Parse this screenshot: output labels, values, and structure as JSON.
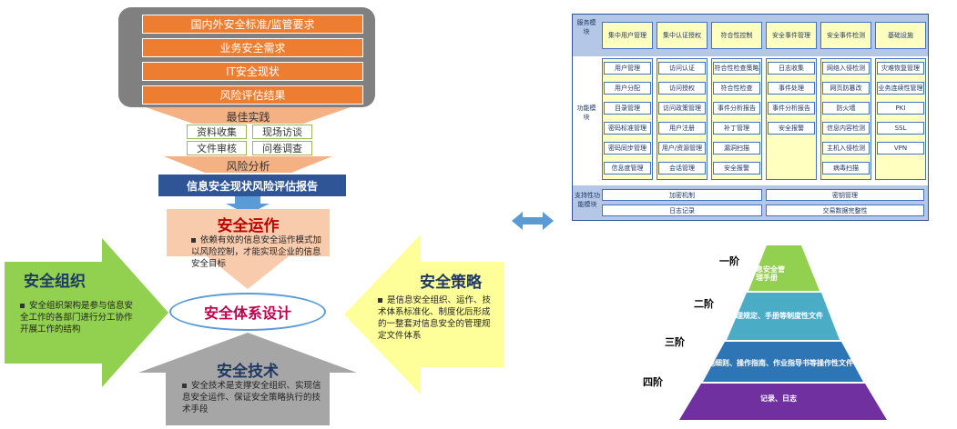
{
  "left": {
    "inputs": [
      "国内外安全标准/监管要求",
      "业务安全需求",
      "IT安全现状",
      "风险评估结果"
    ],
    "best_practice": "最佳实践",
    "methods": [
      "资料收集",
      "现场访谈",
      "文件审核",
      "问卷调查"
    ],
    "risk_analysis": "风险分析",
    "report": "信息安全现状风险评估报告",
    "operation": {
      "title": "安全运作",
      "text": "依赖有效的信息安全运作模式加以风险控制，才能实现企业的信息安全目标"
    },
    "organization": {
      "title": "安全组织",
      "text": "安全组织架构是参与信息安全工作的各部门进行分工协作开展工作的结构"
    },
    "strategy": {
      "title": "安全策略",
      "text": "是信息安全组织、运作、技术体系标准化、制度化后形成的一整套对信息安全的管理规定文件体系"
    },
    "technology": {
      "title": "安全技术",
      "text": "安全技术是支撑安全组织、实现信息安全运作、保证安全策略执行的技术手段"
    },
    "center": "安全体系设计"
  },
  "right": {
    "biz_label": "服务模块",
    "func_label": "功能模块",
    "support_label": "支持性功能模块",
    "modules": [
      {
        "head": "集中用户管理",
        "items": [
          "用户管理",
          "用户分配",
          "目录管理",
          "密码标准管理",
          "密码同步管理",
          "信息度管理"
        ]
      },
      {
        "head": "集中认证授权",
        "items": [
          "访问认证",
          "访问授权",
          "访问政策管理",
          "用户注册",
          "用户/资源管理",
          "会话管理"
        ]
      },
      {
        "head": "符合性控制",
        "items": [
          "符合性检查策略",
          "符合性检查",
          "事件分析报告",
          "补丁管理",
          "漏洞扫描",
          "安全报警"
        ]
      },
      {
        "head": "安全事件管理",
        "items": [
          "日志收集",
          "事件处理",
          "事件分析报告",
          "安全报警"
        ]
      },
      {
        "head": "安全事件检测",
        "items": [
          "网络入侵检测",
          "网页防篡改",
          "防火墙",
          "信息内容检测",
          "主机入侵检测",
          "病毒扫描"
        ]
      },
      {
        "head": "基础设施",
        "items": [
          "灾难恢复管理",
          "业务连续性管理",
          "PKI",
          "SSL",
          "VPN"
        ]
      }
    ],
    "support": [
      "加密机制",
      "密钥管理",
      "日志记录",
      "交易数据完整性"
    ]
  },
  "pyramid": {
    "levels": [
      {
        "label": "一阶",
        "text": "信息安全管理手册"
      },
      {
        "label": "二阶",
        "text": "管理规定、手册等制度性文件"
      },
      {
        "label": "三阶",
        "text": "实施细则、操作指南、作业指导书等操作性文件"
      },
      {
        "label": "四阶",
        "text": "记录、日志"
      }
    ]
  },
  "colors": {
    "orange": "#ed7d31",
    "navy": "#1f3864",
    "blue": "#4472c4",
    "green": "#8fd14f",
    "yellow": "#ffff99",
    "gray": "#a6a6a6"
  }
}
